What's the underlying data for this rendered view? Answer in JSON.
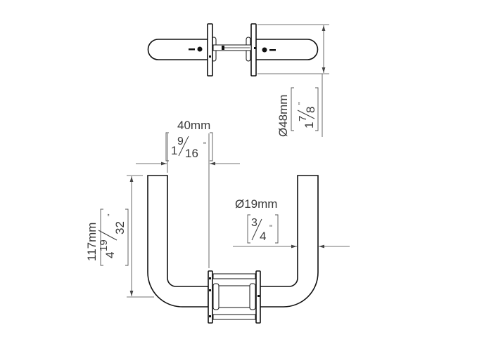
{
  "dimensions": {
    "rose_diameter": {
      "mm": "Ø48mm",
      "inch_whole": "1",
      "inch_num": "7",
      "inch_den": "8",
      "inch_mark": "\""
    },
    "projection": {
      "mm": "40mm",
      "inch_whole": "1",
      "inch_num": "9",
      "inch_den": "16",
      "inch_mark": "\""
    },
    "height": {
      "mm": "117mm",
      "inch_whole": "4",
      "inch_num": "19",
      "inch_den": "32",
      "inch_mark": "\""
    },
    "tube_diameter": {
      "mm": "Ø19mm",
      "inch_num": "3",
      "inch_den": "4",
      "inch_mark": "\""
    }
  }
}
